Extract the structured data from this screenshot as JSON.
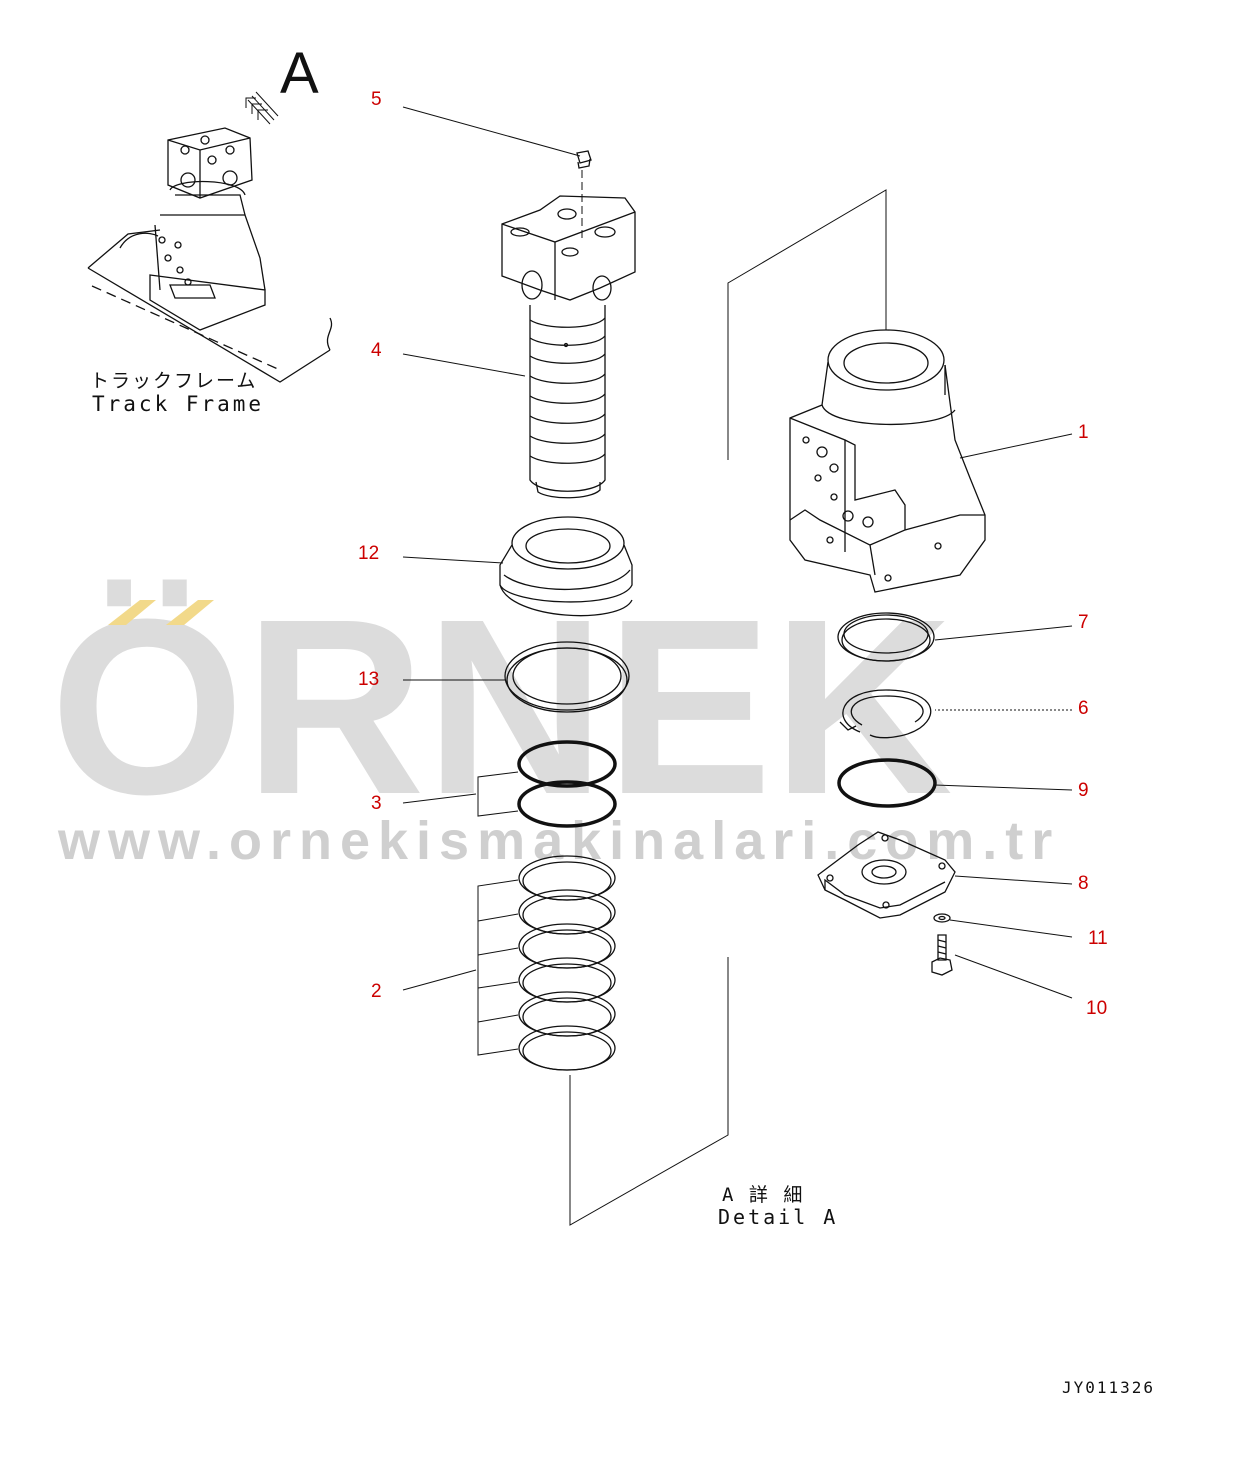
{
  "watermark": {
    "brand": "ÖRNEK",
    "url": "www.ornekismakinalari.com.tr",
    "color": "#dcdcdc",
    "accent": "#f2d98a"
  },
  "view_letter": "A",
  "track_frame": {
    "jp": "トラックフレーム",
    "en": "Track Frame"
  },
  "detail": {
    "jp": "A 詳 細",
    "en": "Detail A"
  },
  "drawing_code": "JY011326",
  "callouts": [
    "1",
    "2",
    "3",
    "4",
    "5",
    "6",
    "7",
    "8",
    "9",
    "10",
    "11",
    "12",
    "13"
  ]
}
